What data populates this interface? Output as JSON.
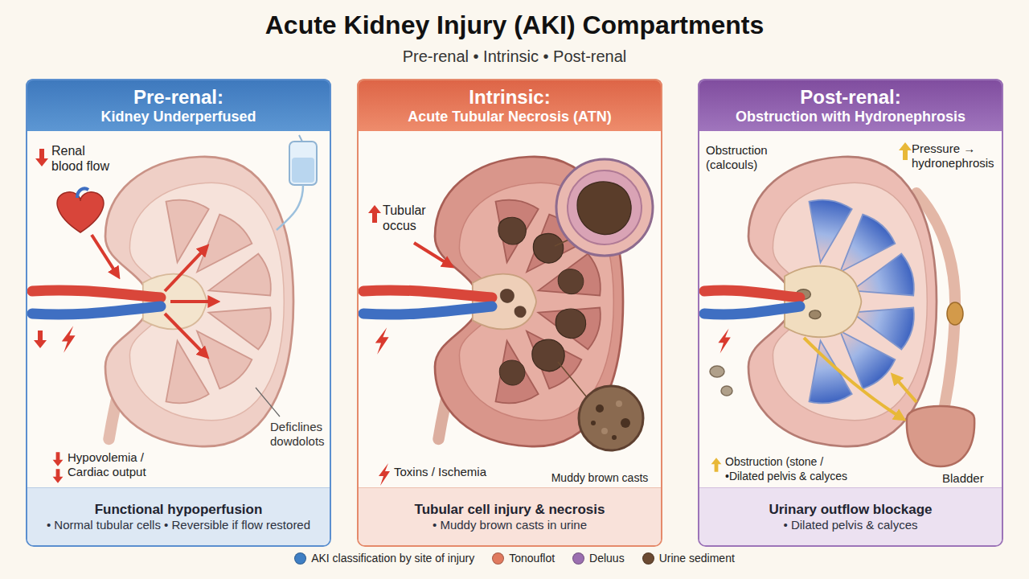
{
  "diagram": {
    "title": "Acute Kidney Injury (AKI) Compartments",
    "nodes": [
      {
        "text": [
          "Pre-renal:",
          "Kidney Underperfused"
        ]
      },
      {
        "text": [
          "Functional hypoperfusion",
          "• Normal tubular cells • Reversible if flow restored"
        ],
        "in": 0
      },
      {
        "text": [
          "Intrinsic:",
          "Acute Tubular Necrosis (ATN)"
        ]
      },
      {
        "text": [
          "Tubular cell injury & necrosis",
          "• Muddy brown casts in urine"
        ],
        "in": 2
      },
      {
        "text": [
          "Post-renal:",
          "Obstruction with Hydronephrosis"
        ]
      },
      {
        "text": [
          "Urinary outflow blockage",
          "• Dilated pelvis & calyces"
        ],
        "in": 4
      }
    ],
    "labels": [
      "Pre-renal • Intrinsic • Post-renal",
      "Renal blood flow",
      "Deficlines dowdolots",
      "Hypovolemia / Cardiac output",
      "Tubular occus",
      "Toxins / Ischemia",
      "Muddy brown casts",
      "Pressure → hydronephrosis",
      "Obstruction (calcouls)",
      "Obstruction (stone /",
      "•Dilated pelvis & calyces",
      "Bladder"
    ],
    "legend": [
      {
        "text": "AKI classification by site of injury",
        "color": "#3f7fc4"
      },
      {
        "text": "Tonouflot",
        "color": "#e07a5f"
      },
      {
        "text": "Deluus",
        "color": "#9b6fb0"
      },
      {
        "text": "Urine sediment",
        "color": "#6b4a32"
      }
    ]
  }
}
